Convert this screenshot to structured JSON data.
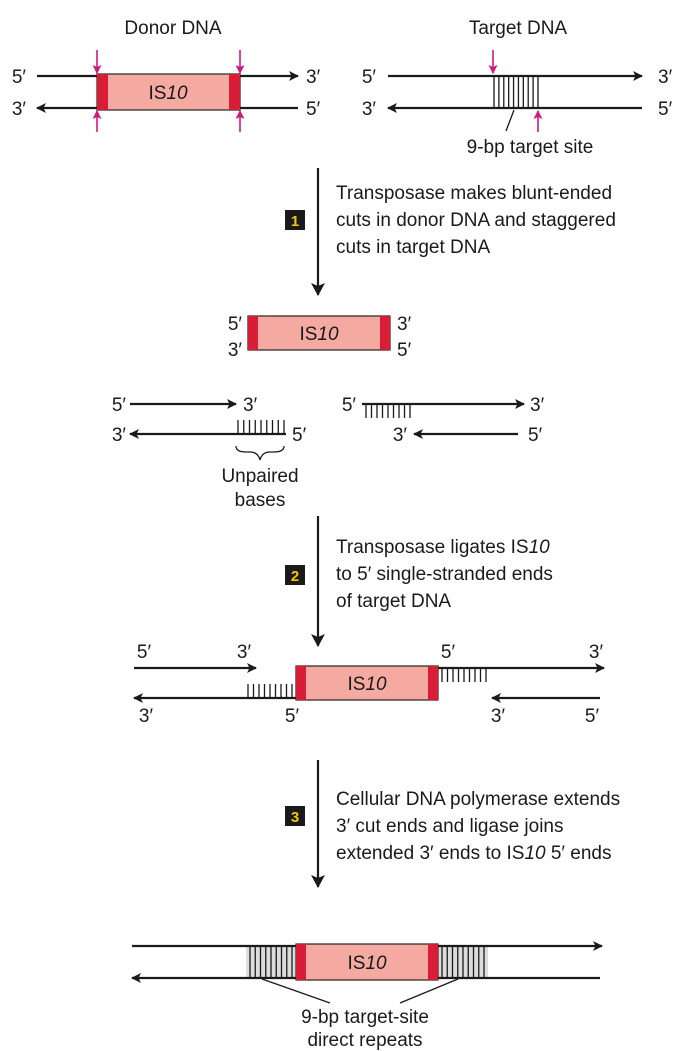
{
  "top": {
    "donor_title": "Donor DNA",
    "target_title": "Target DNA",
    "target_site_label": "9-bp target site"
  },
  "element_label": {
    "prefix": "IS",
    "number": "10"
  },
  "ends": {
    "five": "5′",
    "three": "3′"
  },
  "steps": [
    {
      "number": "1",
      "lines": [
        "Transposase makes blunt-ended",
        "cuts in donor DNA and staggered",
        "cuts in target DNA"
      ]
    },
    {
      "number": "2",
      "lines": [
        "Transposase ligates IS10",
        "to 5′ single-stranded ends",
        "of target DNA"
      ]
    },
    {
      "number": "3",
      "lines": [
        "Cellular DNA polymerase extends",
        "3′ cut ends and ligase joins",
        "extended 3′ ends to IS10 5′ ends"
      ]
    }
  ],
  "unpaired_label": [
    "Unpaired",
    "bases"
  ],
  "repeats_label": [
    "9-bp target-site",
    "direct repeats"
  ],
  "colors": {
    "element_fill": "#f4aaa0",
    "element_end": "#d81e36",
    "cut_arrow": "#d4177f",
    "step_badge_bg": "#1a1a1a",
    "step_badge_text": "#f5c800"
  }
}
